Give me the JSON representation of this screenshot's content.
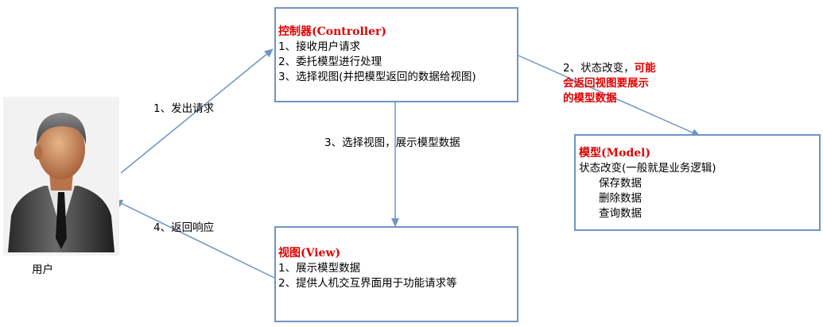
{
  "controller": {
    "title": "控制器(Controller)",
    "lines": [
      "1、接收用户请求",
      "2、委托模型进行处理",
      "3、选择视图(并把模型返回的数据给视图)"
    ]
  },
  "model": {
    "title": "模型(Model)",
    "lines": [
      "状态改变(一般就是业务逻辑)",
      "保存数据",
      "删除数据",
      "查询数据"
    ]
  },
  "view": {
    "title": "视图(View)",
    "lines": [
      "1、展示模型数据",
      "2、提供人机交互界面用于功能请求等"
    ]
  },
  "arrows": {
    "request": "1、发出请求",
    "state_change_prefix": "2、状态改变，",
    "state_change_red_1": "可能",
    "state_change_red_2": "会返回视图要展示",
    "state_change_red_3": "的模型数据",
    "select_view": "3、选择视图，展示模型数据",
    "response": "4、返回响应"
  },
  "user": {
    "label": "用户",
    "icon": "user-avatar-icon"
  },
  "colors": {
    "box_border": "#6f94c6",
    "arrow": "#6f94c6",
    "highlight": "#e00000"
  }
}
